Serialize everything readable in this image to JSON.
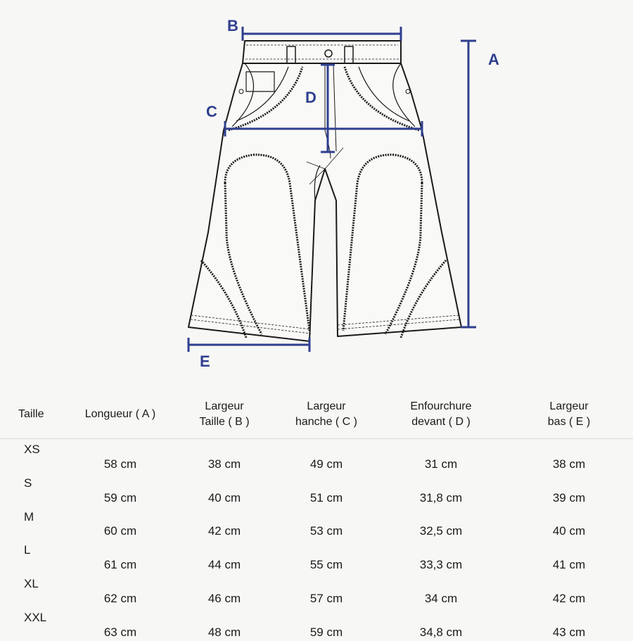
{
  "diagram": {
    "labels": {
      "A": "A",
      "B": "B",
      "C": "C",
      "D": "D",
      "E": "E"
    },
    "line_color": "#2f3f8f"
  },
  "table": {
    "headers": [
      "Taille",
      "Longueur ( A )",
      "Largeur\nTaille ( B )",
      "Largeur\nhanche ( C )",
      "Enfourchure\ndevant ( D )",
      "Largeur\nbas ( E )"
    ],
    "rows": [
      [
        "XS",
        "58 cm",
        "38 cm",
        "49 cm",
        "31 cm",
        "38 cm"
      ],
      [
        "S",
        "59 cm",
        "40 cm",
        "51 cm",
        "31,8 cm",
        "39 cm"
      ],
      [
        "M",
        "60 cm",
        "42 cm",
        "53 cm",
        "32,5 cm",
        "40 cm"
      ],
      [
        "L",
        "61 cm",
        "44 cm",
        "55 cm",
        "33,3 cm",
        "41 cm"
      ],
      [
        "XL",
        "62 cm",
        "46 cm",
        "57 cm",
        "34 cm",
        "42 cm"
      ],
      [
        "XXL",
        "63 cm",
        "48 cm",
        "59 cm",
        "34,8 cm",
        "43 cm"
      ]
    ]
  }
}
